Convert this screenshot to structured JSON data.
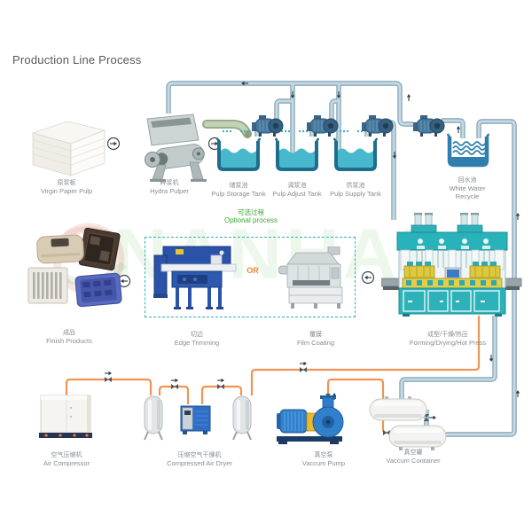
{
  "title": "Production Line Process",
  "watermark": {
    "text": "NANHAI"
  },
  "optional_process": {
    "label_zh": "可选过程",
    "label_en": "Optional process",
    "or_label": "OR"
  },
  "stations": {
    "top": [
      {
        "id": "virgin-paper-pulp",
        "zh": "原浆板",
        "en": "Virgin Paper Pulp"
      },
      {
        "id": "hydra-pulper",
        "zh": "碎浆机",
        "en": "Hydra Pulper"
      },
      {
        "id": "pulp-storage-tank",
        "zh": "储浆池",
        "en": "Pulp Storage Tank"
      },
      {
        "id": "pulp-adjust-tank",
        "zh": "调浆池",
        "en": "Pulp Adjust Tank"
      },
      {
        "id": "pulp-supply-tank",
        "zh": "供浆池",
        "en": "Pulp Supply Tank"
      },
      {
        "id": "white-water-recycle",
        "zh": "回水池",
        "en": "White Water Recycle"
      }
    ],
    "middle": [
      {
        "id": "finish-products",
        "zh": "成品",
        "en": "Finish Products"
      },
      {
        "id": "edge-trimming",
        "zh": "切边",
        "en": "Edge Trimming"
      },
      {
        "id": "film-coating",
        "zh": "覆膜",
        "en": "Film Coating"
      },
      {
        "id": "forming-drying-hot-press",
        "zh": "成型/干燥/热压",
        "en": "Forming/Drying/Hot Press"
      }
    ],
    "bottom": [
      {
        "id": "air-compressor",
        "zh": "空气压缩机",
        "en": "Air Compressor"
      },
      {
        "id": "compressed-air-dryer",
        "zh": "压缩空气干燥机",
        "en": "Compressed Air Dryer"
      },
      {
        "id": "vacuum-pump",
        "zh": "真空泵",
        "en": "Vaccum Pump"
      },
      {
        "id": "vacuum-container",
        "zh": "真空罐",
        "en": "Vaccum Container"
      }
    ]
  },
  "colors": {
    "pipe_water_outline": "#7fa2b4",
    "pipe_water_fill": "#c6d9e3",
    "pipe_air": "#ef9454",
    "optional_green": "#3aaa35",
    "or_orange": "#ef8330",
    "machine_teal": "#2bb3bc",
    "machine_blue": "#2a52a8",
    "pump_blue": "#2e7bc8",
    "tank_water_teal": "#48b9cc",
    "tank_wall": "#1f6d8c",
    "white_water_blue": "#2e7fae",
    "title_gray": "#54585c",
    "label_gray": "#878c91"
  }
}
